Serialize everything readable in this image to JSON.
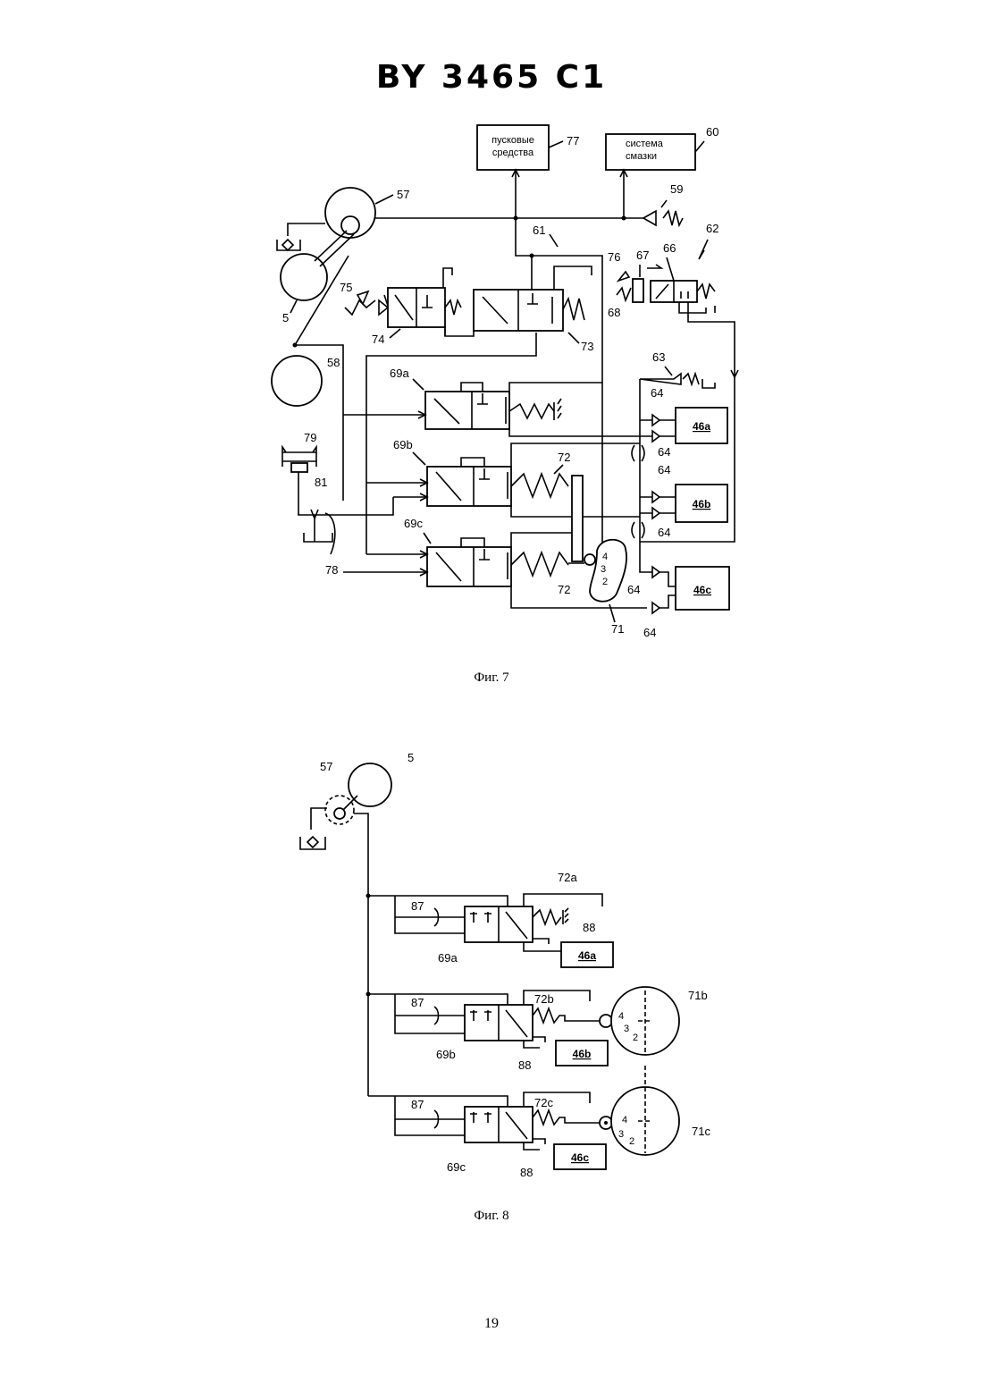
{
  "document": {
    "header": "BY 3465 C1",
    "page_number": "19"
  },
  "fig7": {
    "caption": "Фиг. 7",
    "block_77_line1": "пусковые",
    "block_77_line2": "средства",
    "block_60_line1": "система",
    "block_60_line2": "смазки",
    "label_77": "77",
    "label_60": "60",
    "label_57": "57",
    "label_59": "59",
    "label_5": "5",
    "label_61": "61",
    "label_62": "62",
    "label_67": "67",
    "label_66": "66",
    "label_76": "76",
    "label_68": "68",
    "label_75": "75",
    "label_74": "74",
    "label_73": "73",
    "label_58": "58",
    "label_63": "63",
    "label_69a": "69a",
    "label_69b": "69b",
    "label_69c": "69c",
    "label_64_1": "64",
    "label_64_2": "64",
    "label_64_3": "64",
    "label_64_4": "64",
    "label_64_5": "64",
    "label_64_6": "64",
    "label_72_1": "72",
    "label_72_2": "72",
    "label_79": "79",
    "label_81": "81",
    "label_78": "78",
    "label_71": "71",
    "box_46a": "46a",
    "box_46b": "46b",
    "box_46c": "46c",
    "cam_4": "4",
    "cam_3": "3",
    "cam_2": "2"
  },
  "fig8": {
    "caption": "Фиг. 8",
    "label_57": "57",
    "label_5": "5",
    "label_72a": "72a",
    "label_87_1": "87",
    "label_88_1": "88",
    "label_69a": "69a",
    "box_46a": "46a",
    "label_87_2": "87",
    "label_72b": "72b",
    "label_71b": "71b",
    "label_69b": "69b",
    "label_88_2": "88",
    "box_46b": "46b",
    "label_87_3": "87",
    "label_72c": "72c",
    "label_71c": "71c",
    "label_69c": "69c",
    "label_88_3": "88",
    "box_46c": "46c",
    "cam_b_4": "4",
    "cam_b_3": "3",
    "cam_b_2": "2",
    "cam_c_4": "4",
    "cam_c_3": "3",
    "cam_c_2": "2"
  }
}
